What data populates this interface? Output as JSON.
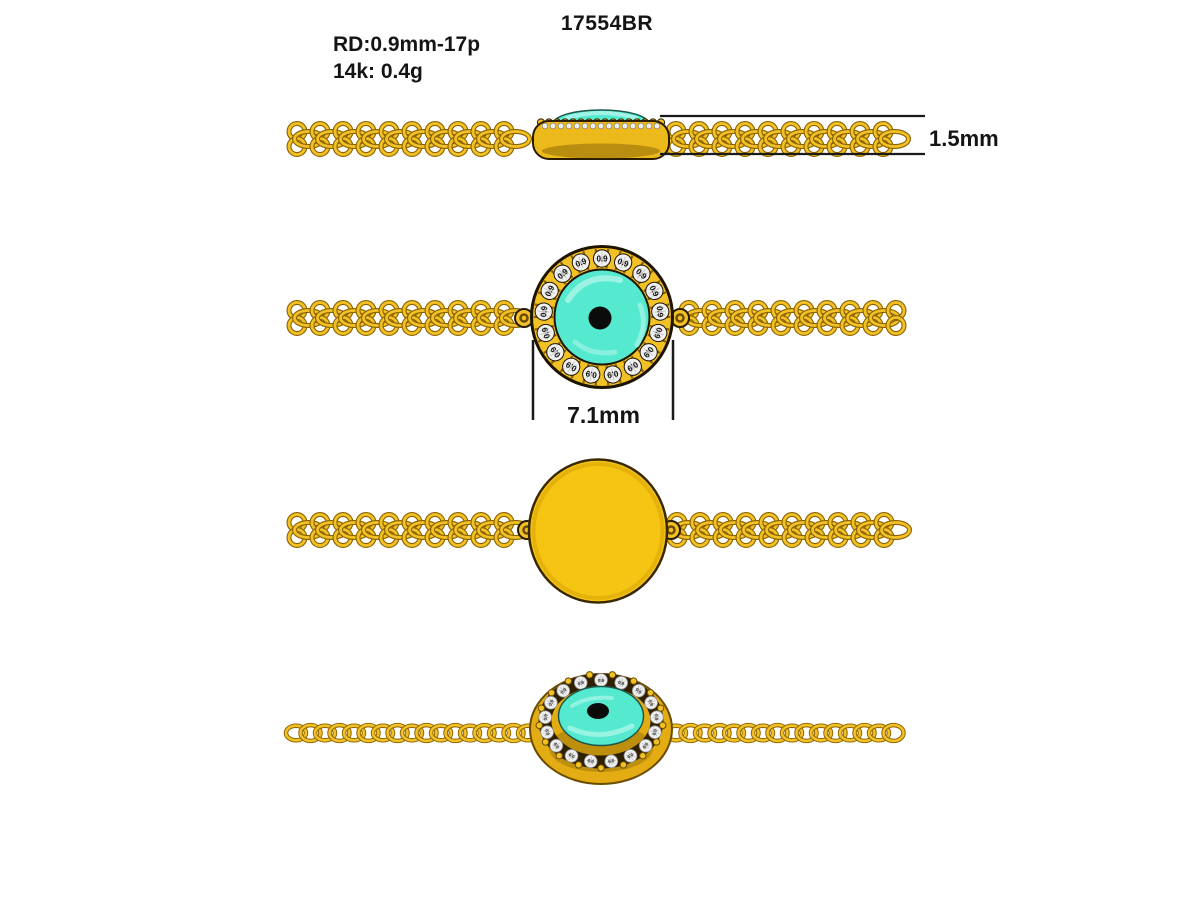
{
  "header": {
    "model": "17554BR",
    "spec_stones": "RD:0.9mm-17p",
    "spec_metal": "14k: 0.4g"
  },
  "dimensions": {
    "thickness": "1.5mm",
    "width": "7.1mm"
  },
  "stones": {
    "label": "0.9",
    "count": 17
  },
  "colors": {
    "background": "#FFFFFF",
    "gold": "#F2C125",
    "gold_bezel": "#EDBA1C",
    "gold_disc": "#F6C513",
    "gold_base": "#E3AC12",
    "gold_dark": "#8A6200",
    "gold_deep": "#6B4C00",
    "gold_outline": "#2A1C00",
    "halo_rim": "#1D1402",
    "turquoise": "#55EAD0",
    "turquoise_light": "#A9F5E7",
    "turquoise_edge": "#1C564B",
    "diamond": "#F0F0F0",
    "diamond_edge": "#8F8F8F",
    "pupil": "#0B0B0B",
    "dimension_line": "#1A1A1A"
  }
}
